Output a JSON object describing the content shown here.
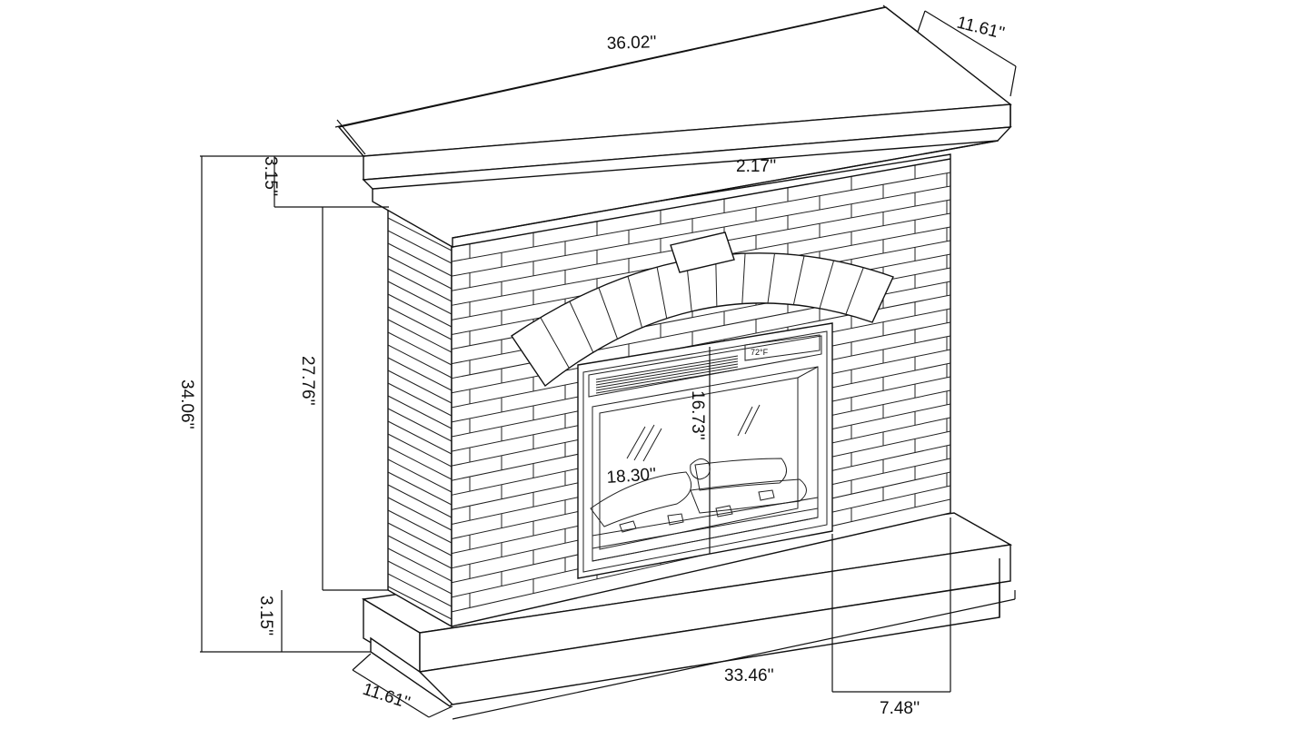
{
  "dimensions": {
    "mantel_width": "36.02''",
    "mantel_depth_top": "11.61''",
    "mantel_thickness": "2.17''",
    "overall_height": "34.06''",
    "top_section_height": "3.15''",
    "middle_height": "27.76''",
    "base_height": "3.15''",
    "insert_height": "16.73''",
    "insert_width": "18.30''",
    "base_width": "33.46''",
    "base_depth": "11.61''",
    "hearth_projection": "7.48''"
  },
  "control_panel": {
    "display": "72°F"
  },
  "colors": {
    "line": "#111111",
    "background": "#ffffff"
  }
}
